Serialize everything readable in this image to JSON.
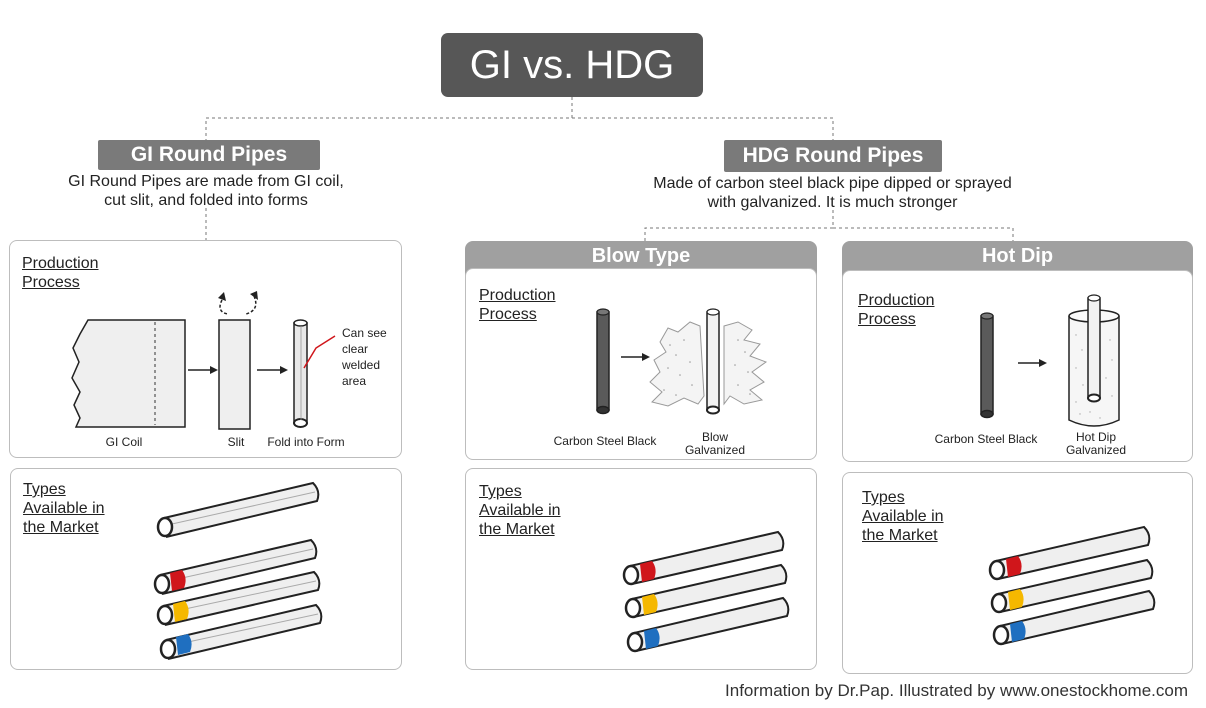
{
  "title": "GI vs. HDG",
  "gi": {
    "heading": "GI Round Pipes",
    "desc_line1": "GI Round Pipes are made from GI coil,",
    "desc_line2": "cut slit, and folded into forms",
    "production_line1": "Production",
    "production_line2": "Process",
    "coil_label": "GI Coil",
    "slit_label": "Slit",
    "fold_label": "Fold into Form",
    "note_lines": [
      "Can see",
      "clear",
      "welded",
      "area"
    ],
    "types_lines": [
      "Types",
      "Available in",
      "the Market"
    ]
  },
  "hdg": {
    "heading": "HDG Round Pipes",
    "desc_line1": "Made of carbon steel black pipe dipped or sprayed",
    "desc_line2": "with galvanized. It is much stronger",
    "blow": {
      "tab": "Blow Type",
      "production_line1": "Production",
      "production_line2": "Process",
      "black_label": "Carbon Steel Black",
      "result_line1": "Blow",
      "result_line2": "Galvanized",
      "types_lines": [
        "Types",
        "Available in",
        "the Market"
      ]
    },
    "hot": {
      "tab": "Hot Dip",
      "production_line1": "Production",
      "production_line2": "Process",
      "black_label": "Carbon Steel Black",
      "result_line1": "Hot Dip",
      "result_line2": "Galvanized",
      "types_lines": [
        "Types",
        "Available in",
        "the Market"
      ]
    }
  },
  "footer": "Information by Dr.Pap. Illustrated by www.onestockhome.com",
  "colors": {
    "red": "#d0161b",
    "yellow": "#f5b800",
    "blue": "#1f6fc0",
    "dark_box": "#575757",
    "section": "#7a7a7a",
    "tab": "#a0a0a0"
  }
}
